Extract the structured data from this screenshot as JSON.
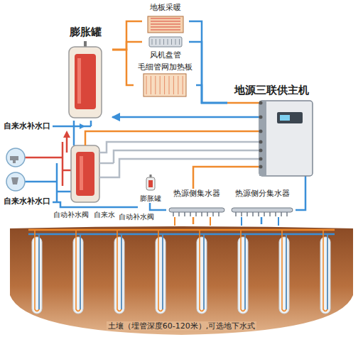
{
  "diagram": {
    "nodes": [
      {
        "text": [
          "膨胀罐"
        ]
      },
      {
        "text": [
          "地板采暖"
        ]
      },
      {
        "text": [
          "风机盘管"
        ]
      },
      {
        "text": [
          "毛细管网加热板"
        ]
      },
      {
        "text": [
          "地源三联供主机"
        ]
      },
      {
        "text": [
          "膨胀罐"
        ]
      },
      {
        "text": [
          "热源侧集水器"
        ]
      },
      {
        "text": [
          "热源侧分集水器"
        ]
      },
      {
        "text": [
          "土壤（埋管深度60-120米）,可选地下水式"
        ]
      }
    ],
    "edges": [
      {
        "from": 4,
        "to": 0,
        "arrow": "to"
      },
      {
        "from": 0,
        "to": 1,
        "arrow": "none"
      },
      {
        "from": 0,
        "to": 2,
        "arrow": "none"
      },
      {
        "from": 0,
        "to": 3,
        "arrow": "none"
      },
      {
        "from": 4,
        "to": 1,
        "arrow": "none"
      },
      {
        "from": 4,
        "to": 2,
        "arrow": "none"
      },
      {
        "from": 4,
        "to": 3,
        "arrow": "none"
      },
      {
        "from": 4,
        "to": 7,
        "arrow": "none"
      },
      {
        "from": 6,
        "to": 4,
        "arrow": "none"
      },
      {
        "from": 5,
        "to": 6,
        "arrow": "none"
      },
      {
        "from": 6,
        "to": 8,
        "arrow": "none"
      },
      {
        "from": 7,
        "to": 8,
        "arrow": "none"
      }
    ],
    "labels": [
      "自来水补水口",
      "自来水补水口",
      "自动补水阀",
      "自来水",
      "自动补水阀"
    ]
  }
}
